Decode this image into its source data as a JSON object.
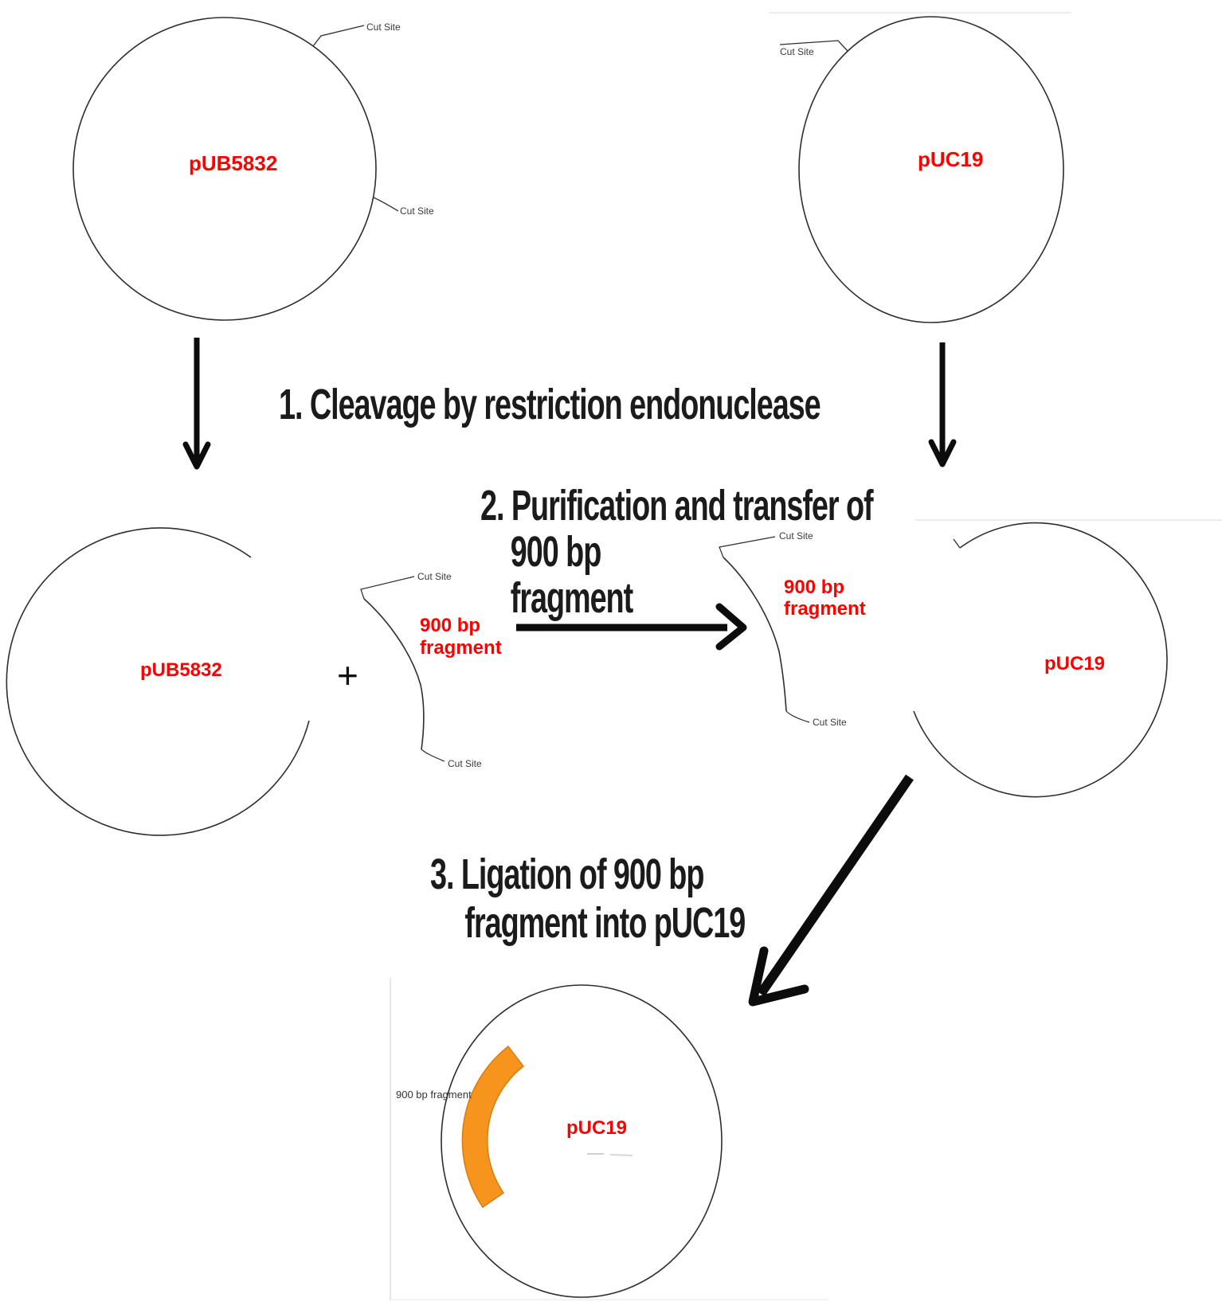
{
  "steps": {
    "step1": "1. Cleavage by restriction endonuclease",
    "step2_line1": "2. Purification and transfer of",
    "step2_line2": "900 bp",
    "step2_line3": "fragment",
    "step3_line1": "3. Ligation of 900 bp",
    "step3_line2": "fragment into pUC19"
  },
  "plasmids": {
    "top_left_name": "pUB5832",
    "top_right_name": "pUC19",
    "middle_left_name": "pUB5832",
    "middle_right_name": "pUC19",
    "bottom_name": "pUC19"
  },
  "labels": {
    "cut_site": "Cut Site"
  },
  "fragment": {
    "label_line1": "900 bp",
    "label_line2": "fragment",
    "bottom_annotation": "900 bp fragment"
  },
  "operators": {
    "plus": "+"
  },
  "colors": {
    "highlight_red": "#FF0000",
    "fragment_orange": "#F7941E",
    "line_black": "#2b2b2b"
  }
}
